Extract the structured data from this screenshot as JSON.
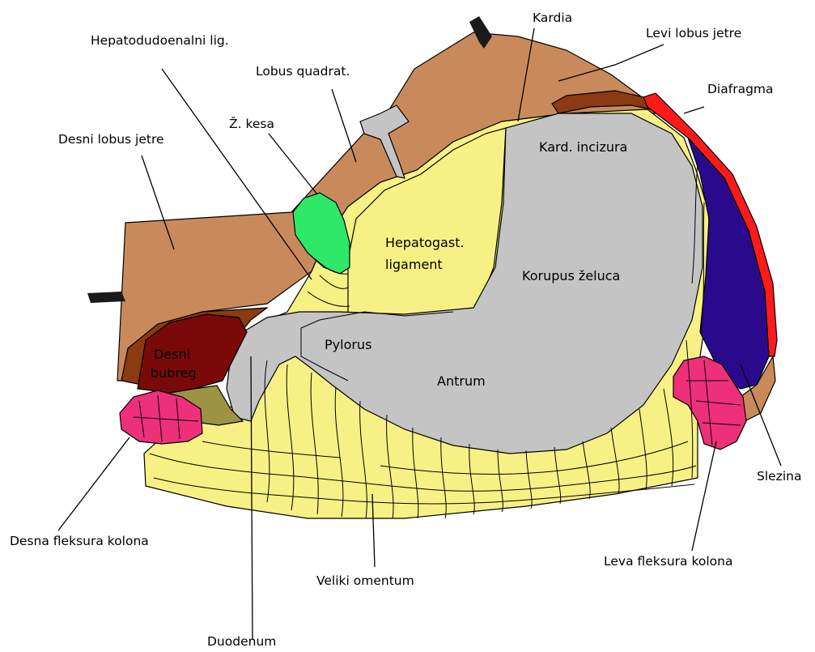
{
  "colors": {
    "liver": "#C98A5B",
    "liver_dark": "#8B3A12",
    "stomach": "#C4C4C4",
    "omentum": "#F7F185",
    "gallbladder": "#2EE86A",
    "diaphragm": "#FF1A1A",
    "spleen": "#2A0A8C",
    "kidney": "#7A0A0A",
    "colon_flexure": "#EE2F7A",
    "olive": "#9C9442",
    "pin": "#1A1A1A"
  },
  "labels": {
    "kardia": "Kardia",
    "levi_lobus": "Levi lobus jetre",
    "hepatoduodenalni": "Hepatodudoenalni lig.",
    "lobus_quadrat": "Lobus quadrat.",
    "diafragma": "Diafragma",
    "z_kesa": "Ž. kesa",
    "desni_lobus": "Desni lobus jetre",
    "kard_incizura": "Kard. incizura",
    "hepatogast_1": "Hepatogast.",
    "hepatogast_2": "ligament",
    "korpus": "Korupus želuca",
    "pylorus": "Pylorus",
    "desni_1": "Desni",
    "desni_2": "bubreg",
    "antrum": "Antrum",
    "slezina": "Slezina",
    "desna_fleksura": "Desna fleksura kolona",
    "leva_fleksura": "Leva fleksura kolona",
    "veliki_omentum": "Veliki omentum",
    "duodenum": "Duodenum"
  }
}
